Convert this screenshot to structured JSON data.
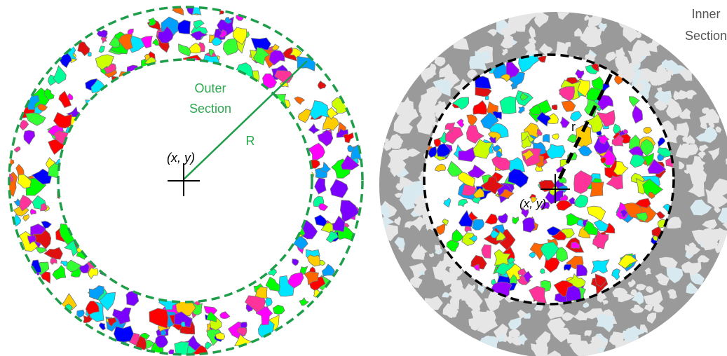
{
  "left_panel": {
    "section_label_line1": "Outer",
    "section_label_line2": "Section",
    "radius_label": "R",
    "center_label": "(x, y)"
  },
  "right_panel": {
    "section_label_line1": "Inner",
    "section_label_line2": "Section",
    "radius_label": "r",
    "center_label": "(x, y)"
  },
  "colors": {
    "outer_boundary": "#1e9e4a",
    "outer_label": "#2ca84e",
    "inner_boundary": "#000000",
    "masked_region": "#9a9a9a",
    "annotation_text": "#555555"
  },
  "particle_palette": [
    "#ff00ff",
    "#00e5ff",
    "#ffff00",
    "#ff6600",
    "#00ff00",
    "#7a00ff",
    "#0000ff",
    "#ff0000",
    "#00ff99",
    "#ff3399",
    "#00a0ff",
    "#ccff00",
    "#e01010",
    "#ffcc00",
    "#9900ff",
    "#33ff33"
  ]
}
